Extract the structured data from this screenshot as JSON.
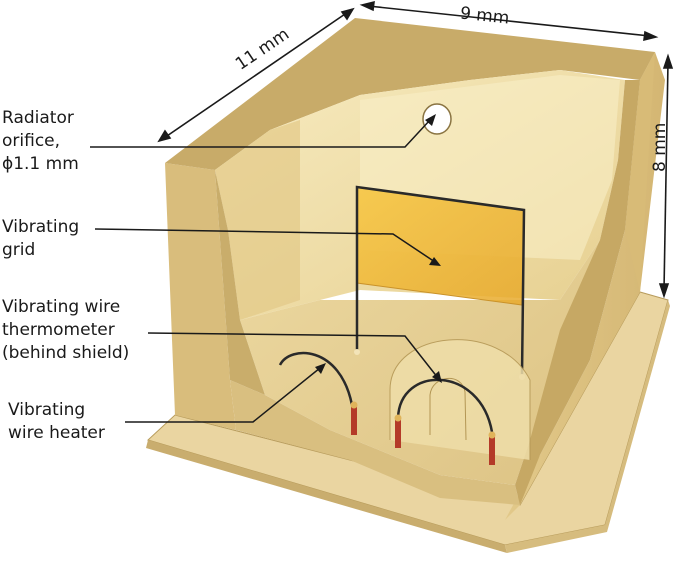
{
  "dimensions": {
    "width": "9 mm",
    "depth": "11 mm",
    "height": "8 mm"
  },
  "labels": {
    "radiator": [
      "Radiator",
      "orifice,",
      "ϕ1.1 mm"
    ],
    "grid": [
      "Vibrating",
      "grid"
    ],
    "thermometer": [
      "Vibrating wire",
      "thermometer",
      "(behind shield)"
    ],
    "heater": [
      "Vibrating",
      "wire heater"
    ]
  },
  "colors": {
    "box_outer": "#cfb26f",
    "box_light": "#e7cf92",
    "box_dark": "#b9994f",
    "interior_back": "#f3e3ae",
    "interior_floor": "#e9d49a",
    "base": "#ead5a1",
    "grid_fill": "#f2b93a",
    "wire": "#2a2a2a",
    "copper": "#b43a28"
  }
}
